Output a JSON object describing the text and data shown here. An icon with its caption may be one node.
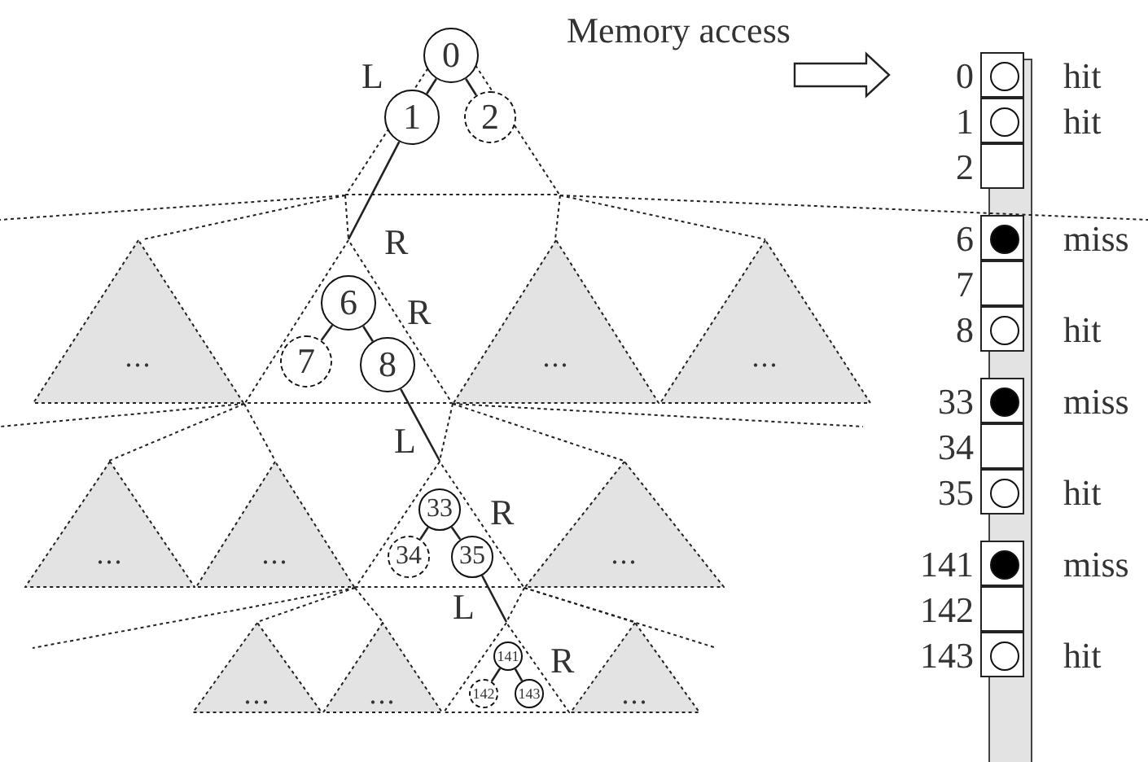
{
  "diagram": {
    "nodes": [
      {
        "text": [],
        "shape": "triangle"
      },
      {
        "text": [
          "0"
        ],
        "in": 0
      },
      {
        "text": [
          "1"
        ],
        "in": 0
      },
      {
        "text": [
          "2"
        ],
        "in": 0
      },
      {
        "text": [
          "..."
        ]
      },
      {
        "text": [],
        "shape": "triangle"
      },
      {
        "text": [
          "6"
        ],
        "in": 5
      },
      {
        "text": [
          "7"
        ],
        "in": 5
      },
      {
        "text": [
          "8"
        ],
        "in": 5
      },
      {
        "text": [
          "..."
        ]
      },
      {
        "text": [
          "..."
        ]
      },
      {
        "text": [
          "..."
        ]
      },
      {
        "text": [
          "..."
        ]
      },
      {
        "text": [],
        "shape": "triangle"
      },
      {
        "text": [
          "33"
        ],
        "in": 13
      },
      {
        "text": [
          "34"
        ],
        "in": 13
      },
      {
        "text": [
          "35"
        ],
        "in": 13
      },
      {
        "text": [
          "..."
        ]
      },
      {
        "text": [
          "..."
        ]
      },
      {
        "text": [
          "..."
        ]
      },
      {
        "text": [],
        "shape": "triangle"
      },
      {
        "text": [
          "141"
        ],
        "in": 20
      },
      {
        "text": [
          "142"
        ],
        "in": 20
      },
      {
        "text": [
          "143"
        ],
        "in": 20
      },
      {
        "text": [
          "..."
        ]
      },
      {
        "text": [],
        "shape": "box",
        "beside": [
          "0",
          "hit"
        ]
      },
      {
        "text": [],
        "shape": "circle",
        "in": 25
      },
      {
        "text": [],
        "shape": "box",
        "beside": [
          "1",
          "hit"
        ]
      },
      {
        "text": [],
        "shape": "circle",
        "in": 27
      },
      {
        "text": [],
        "shape": "box",
        "beside": [
          "2"
        ]
      },
      {
        "text": [],
        "shape": "box",
        "beside": [
          "6",
          "miss"
        ]
      },
      {
        "text": [],
        "shape": "dot",
        "in": 30
      },
      {
        "text": [],
        "shape": "box",
        "beside": [
          "7"
        ]
      },
      {
        "text": [],
        "shape": "box",
        "beside": [
          "8",
          "hit"
        ]
      },
      {
        "text": [],
        "shape": "circle",
        "in": 33
      },
      {
        "text": [],
        "shape": "box",
        "beside": [
          "33",
          "miss"
        ]
      },
      {
        "text": [],
        "shape": "dot",
        "in": 35
      },
      {
        "text": [],
        "shape": "box",
        "beside": [
          "34"
        ]
      },
      {
        "text": [],
        "shape": "box",
        "beside": [
          "35",
          "hit"
        ]
      },
      {
        "text": [],
        "shape": "circle",
        "in": 38
      },
      {
        "text": [],
        "shape": "box",
        "beside": [
          "141",
          "miss"
        ]
      },
      {
        "text": [],
        "shape": "dot",
        "in": 40
      },
      {
        "text": [],
        "shape": "box",
        "beside": [
          "142"
        ]
      },
      {
        "text": [],
        "shape": "box",
        "beside": [
          "143",
          "hit"
        ]
      },
      {
        "text": [],
        "shape": "circle",
        "in": 43
      }
    ],
    "edges": [
      {
        "from": 1,
        "to": 2,
        "arrow": "none",
        "label": "L"
      },
      {
        "from": 1,
        "to": 3,
        "arrow": "none"
      },
      {
        "from": 2,
        "to": 5,
        "arrow": "none",
        "label": "R"
      },
      {
        "from": 6,
        "to": 7,
        "arrow": "none"
      },
      {
        "from": 6,
        "to": 8,
        "arrow": "none",
        "label": "R"
      },
      {
        "from": 8,
        "to": 13,
        "arrow": "none",
        "label": "L"
      },
      {
        "from": 14,
        "to": 15,
        "arrow": "none"
      },
      {
        "from": 14,
        "to": 16,
        "arrow": "none",
        "label": "R"
      },
      {
        "from": 16,
        "to": 20,
        "arrow": "none",
        "label": "L"
      },
      {
        "from": 21,
        "to": 22,
        "arrow": "none"
      },
      {
        "from": 21,
        "to": 23,
        "arrow": "none",
        "label": "R"
      }
    ],
    "labels": [
      "Memory access"
    ]
  }
}
